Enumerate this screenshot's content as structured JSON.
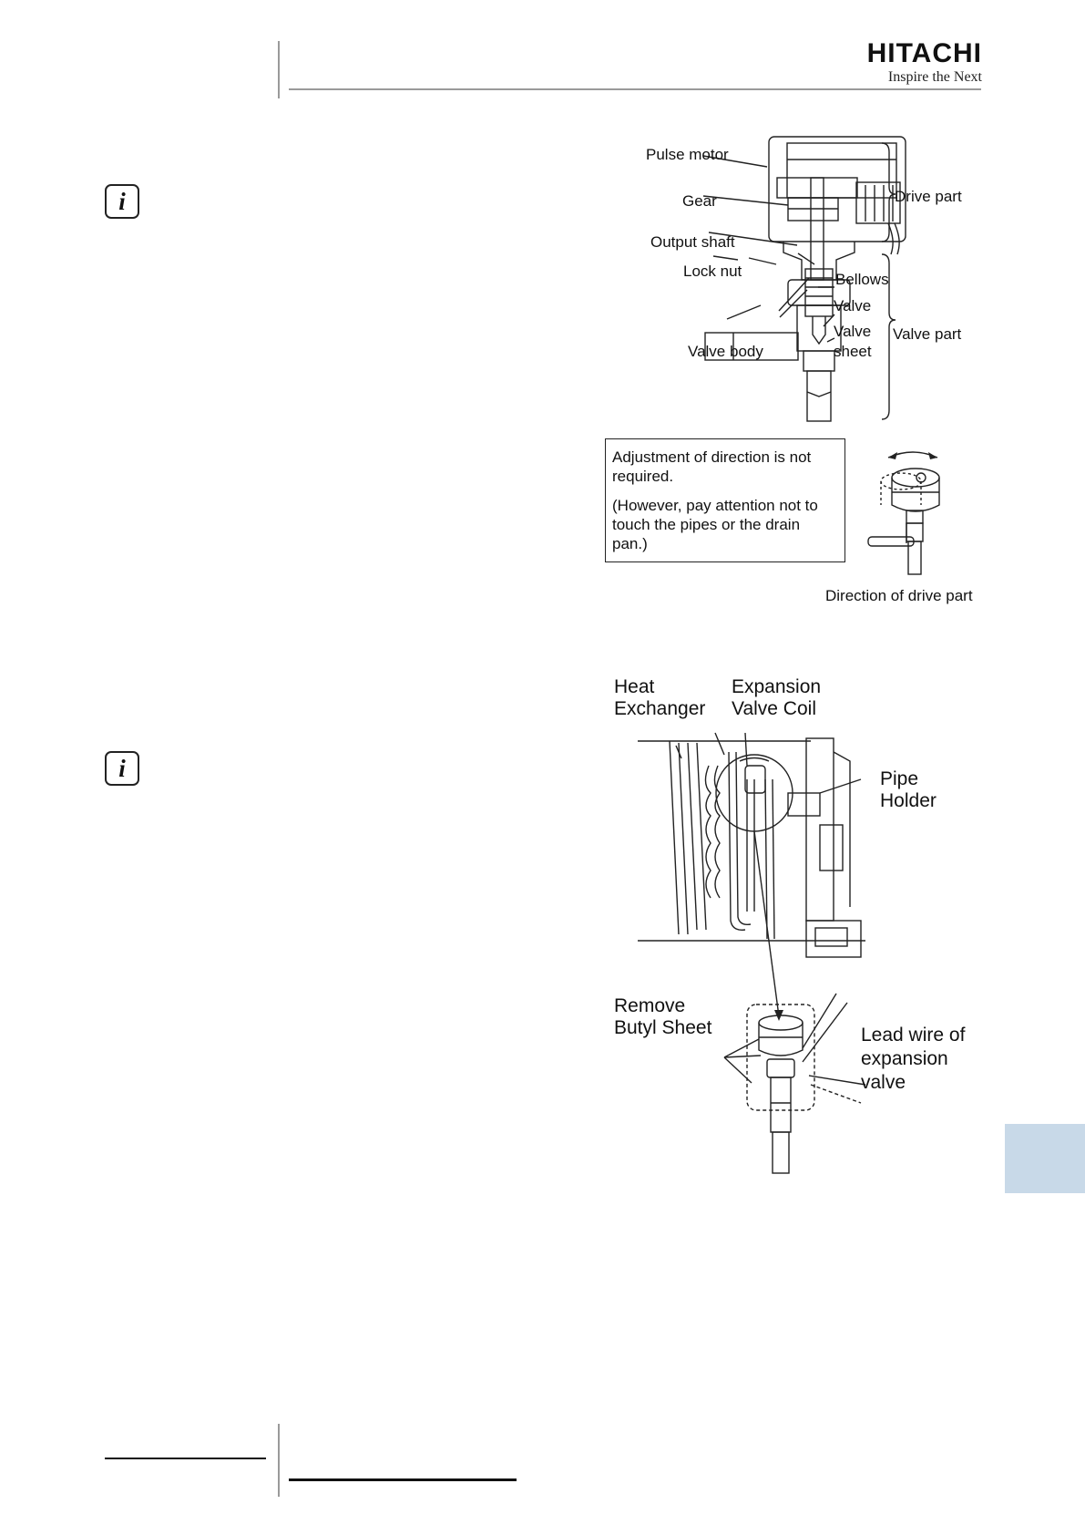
{
  "header": {
    "brand_name": "HITACHI",
    "tagline": "Inspire the Next"
  },
  "valve_diagram": {
    "labels": {
      "pulse_motor": "Pulse motor",
      "gear": "Gear",
      "output_shaft": "Output shaft",
      "lock_nut": "Lock nut",
      "valve_body": "Valve body",
      "bellows": "Bellows",
      "valve": "Valve",
      "valve_sheet": "Valve\nsheet",
      "drive_part": "Drive part",
      "valve_part": "Valve part"
    }
  },
  "direction_note": {
    "line1": "Adjustment of direction is not required.",
    "line2": "(However, pay attention not to touch the pipes or the drain pan.)",
    "caption": "Direction of drive part"
  },
  "coil_diagram": {
    "labels": {
      "heat_exchanger": "Heat\nExchanger",
      "expansion_valve_coil": "Expansion\nValve Coil",
      "pipe_holder": "Pipe\nHolder",
      "remove_butyl_sheet": "Remove\nButyl Sheet",
      "lead_wire": "Lead wire of\nexpansion\nvalve"
    }
  },
  "icons": {
    "info_1": "info-icon",
    "info_2": "info-icon"
  },
  "colors": {
    "side_tab": "#c8d9e8",
    "rule": "#9a9a9a"
  }
}
